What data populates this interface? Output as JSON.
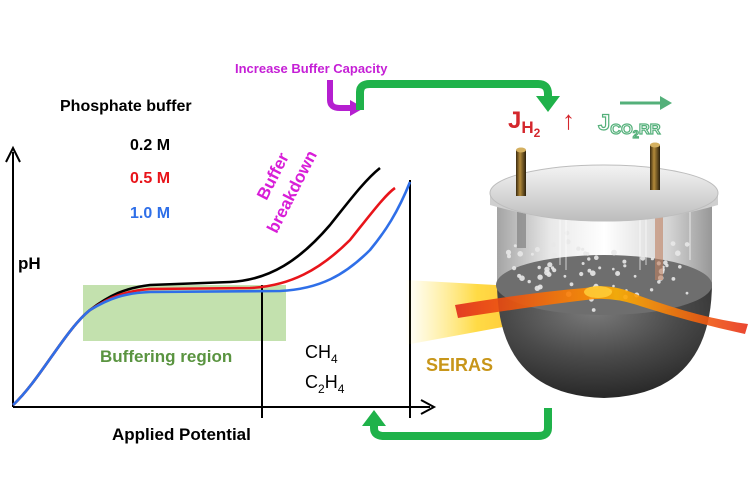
{
  "header": {
    "increase_label": "Increase Buffer Capacity"
  },
  "chart": {
    "legend_title": "Phosphate buffer",
    "series": [
      {
        "label": "0.2 M",
        "color": "#000000"
      },
      {
        "label": "0.5 M",
        "color": "#e8141a"
      },
      {
        "label": "1.0 M",
        "color": "#2f6fe8"
      }
    ],
    "ylabel": "pH",
    "xlabel": "Applied Potential",
    "annotation_breakdown": [
      "Buffer",
      "breakdown"
    ],
    "buffering_region_label": "Buffering region",
    "products": {
      "ch4": {
        "base": "CH",
        "sub": "4"
      },
      "c2h4": {
        "base": "C",
        "sub1": "2",
        "mid": "H",
        "sub2": "4"
      }
    },
    "colors": {
      "buffer_region_fill": "#b9dca0",
      "buffer_region_text": "#5a9440",
      "breakdown_text": "#d81ed8"
    }
  },
  "cell": {
    "jh2": {
      "base": "J",
      "sub": "H",
      "subsub": "2",
      "arrow": "↑",
      "color": "#d4272d"
    },
    "jco2rr": {
      "base": "J",
      "sub1": "CO",
      "sub2": "2",
      "sub3": "RR",
      "arrow": "→",
      "color": "#54b07a"
    },
    "seiras_label": "SEIRAS",
    "seiras_color": "#c8961a",
    "flow_arrow_color": "#1fb24a",
    "increase_arrow_color": "#b51fd0"
  }
}
